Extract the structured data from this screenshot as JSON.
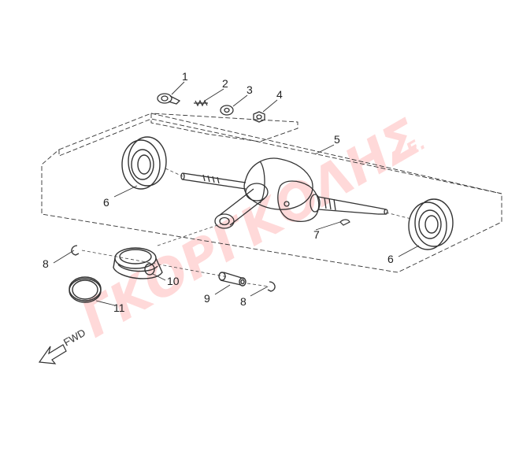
{
  "diagram": {
    "callouts": [
      "1",
      "2",
      "3",
      "4",
      "5",
      "6",
      "6",
      "7",
      "8",
      "8",
      "9",
      "10",
      "11"
    ],
    "direction_label": "FWD",
    "watermark": {
      "main": "ΓΚΟΡΓΚΟΛΗΣ",
      "suffix": "A.E."
    },
    "colors": {
      "line": "#333333",
      "watermark": "#ffd9d9",
      "background": "#ffffff"
    }
  }
}
